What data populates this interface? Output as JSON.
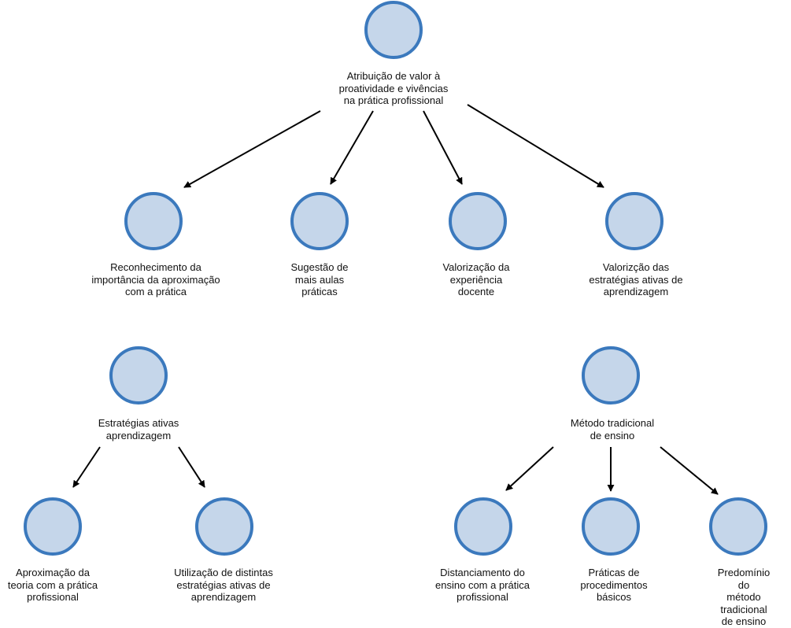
{
  "nodes": {
    "root1": "Atribuição de valor à\nproatividade e vivências\nna prática profissional",
    "c1": "Reconhecimento da\nimportância da aproximação\ncom a prática",
    "c2": "Sugestão de\nmais aulas\npráticas",
    "c3": "Valorização da\nexperiência\ndocente",
    "c4": "Valorizção das\nestratégias ativas de\naprendizagem",
    "root2": "Estratégias ativas\naprendizagem",
    "d1": "Aproximação da\nteoria com a prática\nprofissional",
    "d2": "Utilização de distintas\nestratégias ativas de\naprendizagem",
    "root3": "Método tradicional\nde ensino",
    "e1": "Distanciamento do\nensino com a prática\nprofissional",
    "e2": "Práticas de\nprocedimentos\nbásicos",
    "e3": "Predomínio do\nmétodo tradicional\nde ensino"
  }
}
